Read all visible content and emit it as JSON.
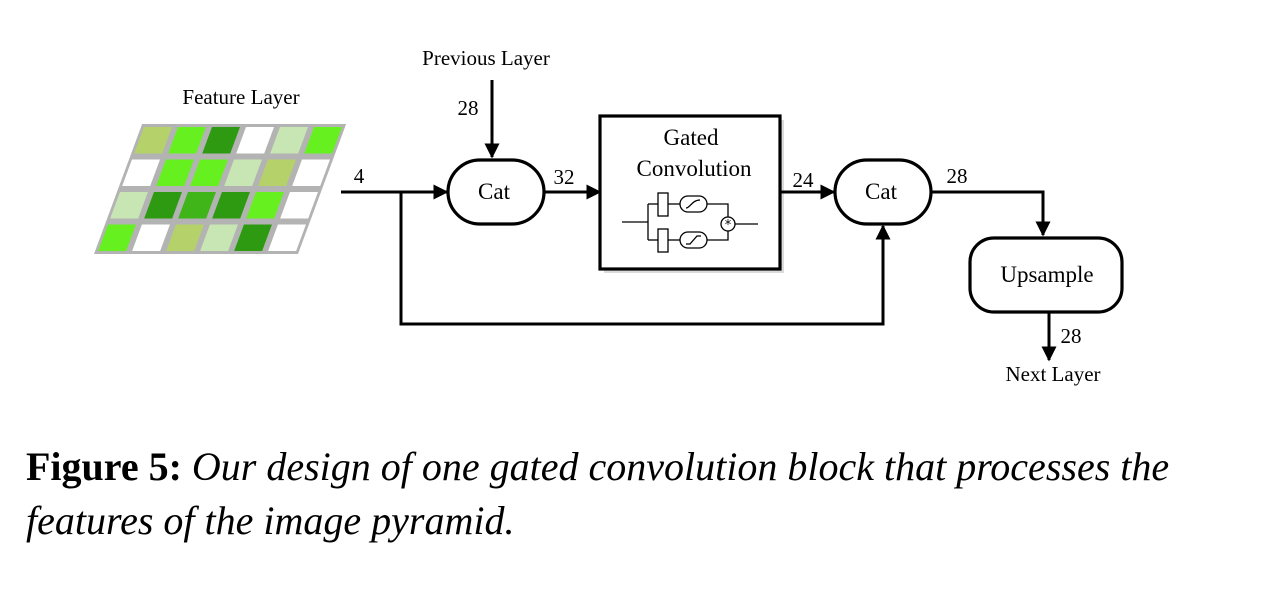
{
  "diagram": {
    "feature_layer_label": "Feature Layer",
    "previous_layer_label": "Previous Layer",
    "next_layer_label": "Next Layer",
    "nodes": {
      "cat1": "Cat",
      "gated_line1": "Gated",
      "gated_line2": "Convolution",
      "cat2": "Cat",
      "upsample": "Upsample"
    },
    "edge_labels": {
      "feature_to_cat": "4",
      "previous_to_cat": "28",
      "cat_to_gated": "32",
      "gated_to_cat": "24",
      "cat_to_upsample": "28",
      "upsample_to_next": "28"
    },
    "grid_colors": {
      "light": "#c8e6b4",
      "olive": "#b5d26a",
      "bright": "#66f020",
      "medium": "#3fb51a",
      "dark": "#2e9a12",
      "white": "#ffffff",
      "border": "#b3b3b3"
    },
    "feature_grid": [
      [
        "olive",
        "bright",
        "dark",
        "white",
        "light",
        "bright"
      ],
      [
        "white",
        "bright",
        "bright",
        "light",
        "olive",
        "white"
      ],
      [
        "light",
        "dark",
        "medium",
        "dark",
        "bright",
        "white"
      ],
      [
        "bright",
        "white",
        "olive",
        "light",
        "dark",
        "white"
      ]
    ]
  },
  "caption": {
    "label": "Figure 5:",
    "text": "Our design of one gated convolution block that processes the features of the image pyramid."
  }
}
